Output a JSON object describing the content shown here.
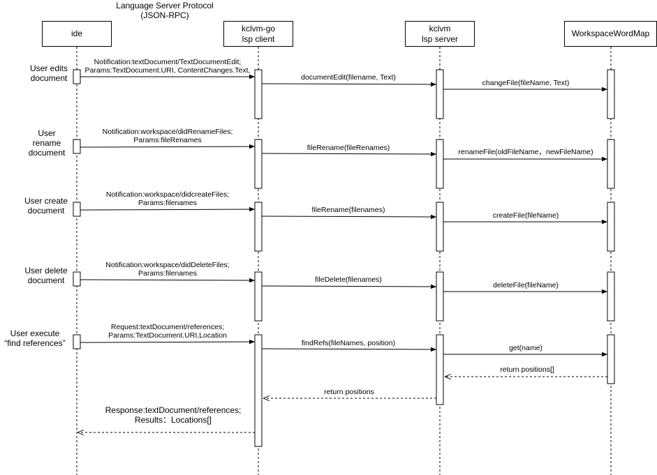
{
  "title": {
    "line1": "Language Server Protocol",
    "line2": "(JSON-RPC)"
  },
  "participants": {
    "ide": {
      "line1": "ide"
    },
    "client": {
      "line1": "kclvm-go",
      "line2": "lsp client"
    },
    "server": {
      "line1": "kclvm",
      "line2": "lsp server"
    },
    "wordmap": {
      "line1": "WorkspaceWordMap"
    }
  },
  "actions": {
    "edit": {
      "lines": [
        "User edits",
        "document"
      ]
    },
    "rename": {
      "lines": [
        "User",
        "rename",
        "document"
      ]
    },
    "create": {
      "lines": [
        "User create",
        "document"
      ]
    },
    "delete": {
      "lines": [
        "User delete",
        "document"
      ]
    },
    "refs": {
      "lines": [
        "User execute",
        "“find references”"
      ]
    }
  },
  "messages": {
    "m1": {
      "lines": [
        "Notification:textDocument/TextDocumentEdit;",
        "Params:TextDocument.URI, ContentChanges.Text,"
      ]
    },
    "m2": {
      "lines": [
        "documentEdit(filename, Text)"
      ]
    },
    "m3": {
      "lines": [
        "changeFile(fileName, Text)"
      ]
    },
    "m4": {
      "lines": [
        "Notification:workspace/didRenameFiles;",
        "Params:fileRenames"
      ]
    },
    "m5": {
      "lines": [
        "fileRename(fileRenames)"
      ]
    },
    "m6": {
      "lines": [
        "renameFile(oldFileName，newFileName)"
      ]
    },
    "m7": {
      "lines": [
        "Notification:workspace/didcreateFiles;",
        "Params:filenames"
      ]
    },
    "m8": {
      "lines": [
        "fileRename(filenames)"
      ]
    },
    "m9": {
      "lines": [
        "createFile(fileName)"
      ]
    },
    "m10": {
      "lines": [
        "Notification:workspace/didDeleteFiles;",
        "Params:filenames"
      ]
    },
    "m11": {
      "lines": [
        "fileDelete(filenames)"
      ]
    },
    "m12": {
      "lines": [
        "deleteFile(fileName)"
      ]
    },
    "m13": {
      "lines": [
        "Request:textDocument/references;",
        "Params:TextDocument.URI,Location"
      ]
    },
    "m14": {
      "lines": [
        "findRefs(fileNames, position)"
      ]
    },
    "m15": {
      "lines": [
        "get(name)"
      ]
    },
    "m16": {
      "lines": [
        "return  positions[]"
      ]
    },
    "m17": {
      "lines": [
        "return positions"
      ]
    },
    "m18": {
      "lines": [
        "Response:textDocument/references;",
        "Results：Locations[]"
      ]
    }
  }
}
